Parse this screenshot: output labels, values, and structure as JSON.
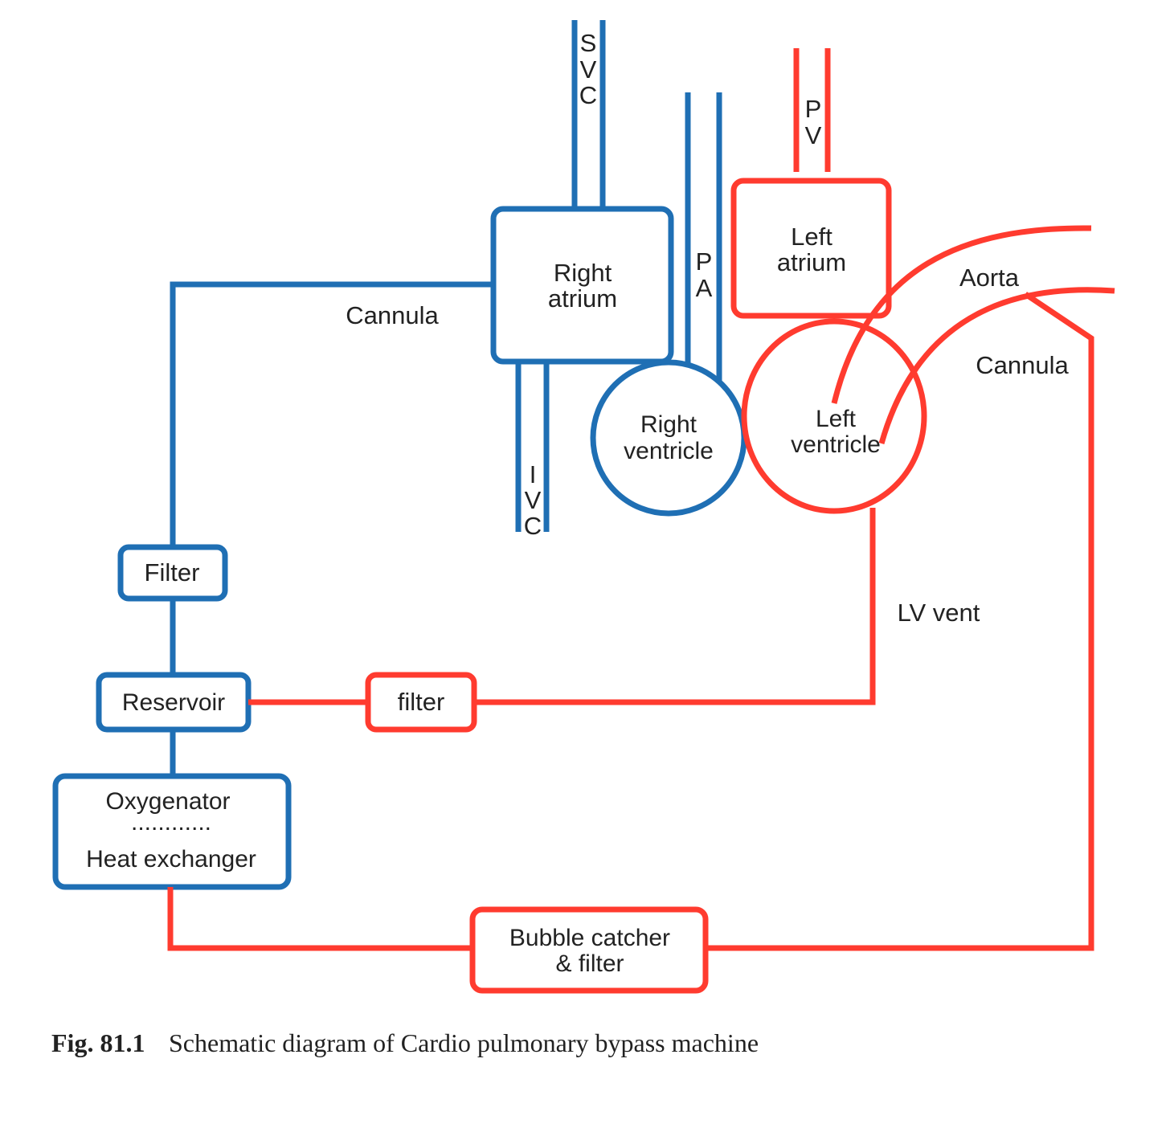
{
  "colors": {
    "venous": "#1f6fb4",
    "arterial": "#ff3b2f",
    "text": "#222222",
    "background": "#ffffff"
  },
  "vessels": {
    "svc": [
      "S",
      "V",
      "C"
    ],
    "ivc": [
      "I",
      "V",
      "C"
    ],
    "pa": [
      "P",
      "A"
    ],
    "pv": [
      "P",
      "V"
    ],
    "aorta": "Aorta"
  },
  "chambers": {
    "right_atrium": [
      "Right",
      "atrium"
    ],
    "right_ventricle": [
      "Right",
      "ventricle"
    ],
    "left_atrium": [
      "Left",
      "atrium"
    ],
    "left_ventricle": [
      "Left",
      "ventricle"
    ]
  },
  "labels": {
    "venous_cannula": "Cannula",
    "arterial_cannula": "Cannula",
    "lv_vent": "LV vent"
  },
  "components": {
    "filter_venous": "Filter",
    "reservoir": "Reservoir",
    "filter_vent": "filter",
    "oxygenator": "Oxygenator",
    "separator": "............",
    "heat_exchanger": "Heat exchanger",
    "bubble_catcher": [
      "Bubble catcher",
      "& filter"
    ]
  },
  "caption": {
    "fig_number": "Fig. 81.1",
    "text": "Schematic diagram of Cardio pulmonary bypass machine"
  }
}
